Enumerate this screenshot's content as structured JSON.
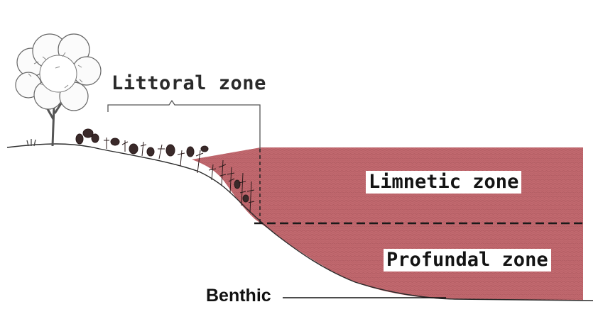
{
  "labels": {
    "littoral": "Littoral zone",
    "limnetic": "Limnetic zone",
    "profundal": "Profundal zone",
    "benthic": "Benthic"
  },
  "colors": {
    "water": "#c2696f",
    "water_texture": "#a9555c",
    "ground_line": "#2b2b2b",
    "plant": "#3a2a2a",
    "tree": "#555555"
  }
}
